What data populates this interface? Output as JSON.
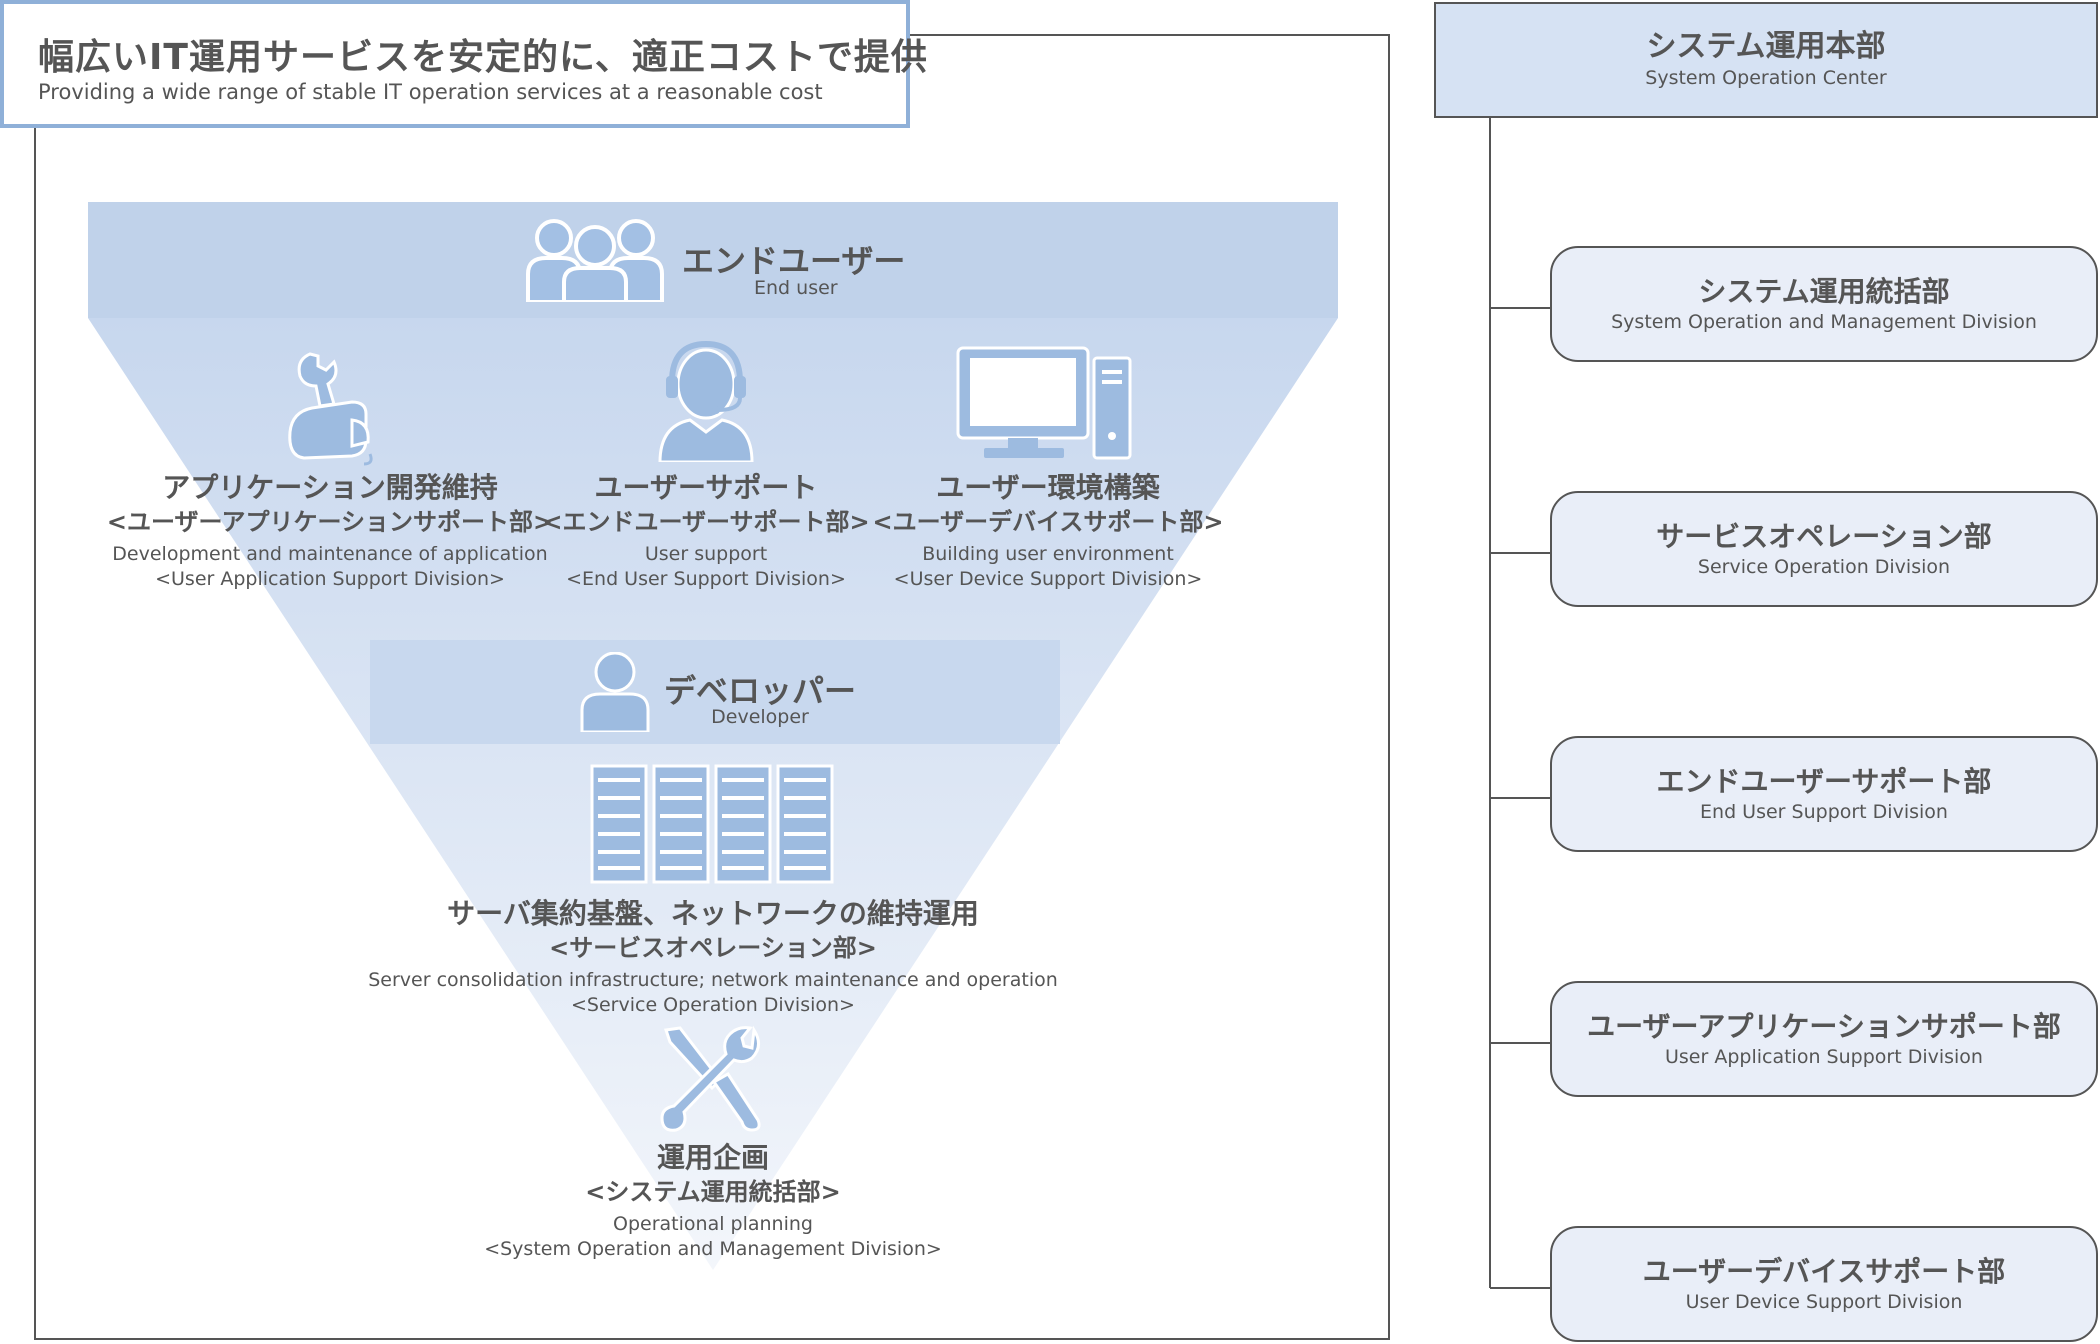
{
  "header": {
    "title_jp": "幅広いIT運用サービスを安定的に、適正コストで提供",
    "title_en": "Providing a wide range of stable IT operation services at a reasonable cost"
  },
  "pyramid": {
    "end_user": {
      "jp": "エンドユーザー",
      "en": "End user"
    },
    "services": [
      {
        "title": "アプリケーション開発維持",
        "division": "<ユーザーアプリケーションサポート部>",
        "en1": "Development and maintenance of application",
        "en2": "<User Application Support Division>"
      },
      {
        "title": "ユーザーサポート",
        "division": "<エンドユーザーサポート部>",
        "en1": "User support",
        "en2": "<End User Support Division>"
      },
      {
        "title": "ユーザー環境構築",
        "division": "<ユーザーデバイスサポート部>",
        "en1": "Building user environment",
        "en2": "<User Device Support Division>"
      }
    ],
    "developer": {
      "jp": "デベロッパー",
      "en": "Developer"
    },
    "server": {
      "title": "サーバ集約基盤、ネットワークの維持運用",
      "division": "<サービスオペレーション部>",
      "en1": "Server consolidation infrastructure; network maintenance and operation",
      "en2": "<Service Operation Division>"
    },
    "planning": {
      "title": "運用企画",
      "division": "<システム運用統括部>",
      "en1": "Operational planning",
      "en2": "<System Operation and Management Division>"
    }
  },
  "org": {
    "center": {
      "jp": "システム運用本部",
      "en": "System Operation Center"
    },
    "divisions": [
      {
        "jp": "システム運用統括部",
        "en": "System Operation and Management Division"
      },
      {
        "jp": "サービスオペレーション部",
        "en": "Service Operation Division"
      },
      {
        "jp": "エンドユーザーサポート部",
        "en": "End User Support Division"
      },
      {
        "jp": "ユーザーアプリケーションサポート部",
        "en": "User Application Support Division"
      },
      {
        "jp": "ユーザーデバイスサポート部",
        "en": "User Device Support Division"
      }
    ]
  },
  "colors": {
    "accent_blue": "#8fb0d8",
    "band_blue": "#c0d2ea",
    "icon_blue": "#9dbbe0",
    "line": "#555555"
  }
}
